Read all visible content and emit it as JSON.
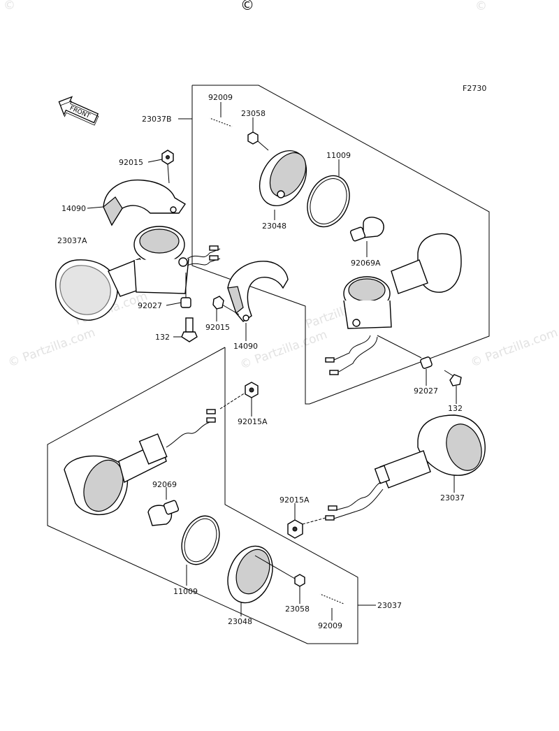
{
  "watermark": {
    "symbol": "©",
    "text": "Partzilla.com"
  },
  "figure_code": "F2730",
  "front_label": "FRONT",
  "callouts": {
    "top_right_assembly": "23037B",
    "bolt_a": "92009",
    "nut_a": "23058",
    "ring_a": "11009",
    "lens_a": "23048",
    "bulb_a": "92069A",
    "nut_left": "92015",
    "bracket_left": "14090",
    "top_left_assembly": "23037A",
    "spacer_left": "92027",
    "bolt_left": "132",
    "nut_mid": "92015",
    "bracket_mid": "14090",
    "spacer_right": "92027",
    "bolt_right": "132",
    "nut_lower_left": "92015A",
    "bulb_b": "92069",
    "lower_right_assembly": "23037",
    "nut_lower_right": "92015A",
    "ring_b": "11009",
    "lens_b": "23048",
    "nut_b": "23058",
    "bolt_b": "92009",
    "bottom_assembly": "23037"
  }
}
